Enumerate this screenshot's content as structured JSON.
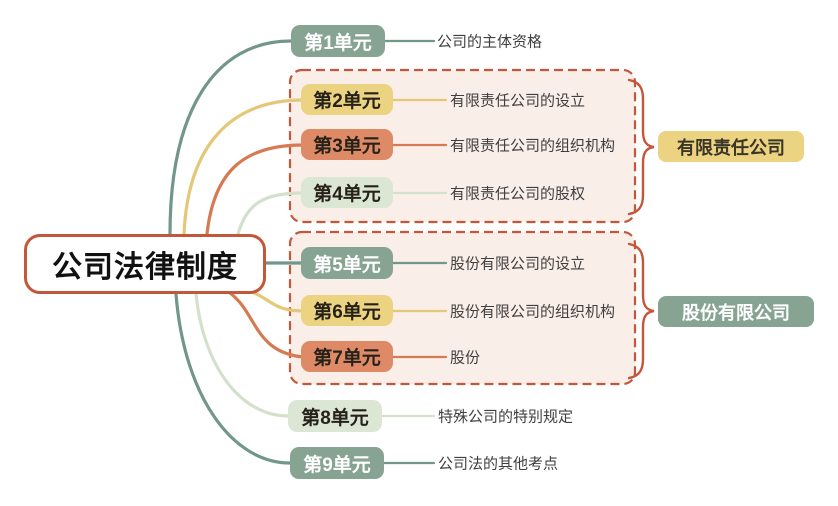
{
  "root": {
    "label": "公司法律制度"
  },
  "units": [
    {
      "label": "第1单元",
      "topic": "公司的主体资格",
      "color": "green"
    },
    {
      "label": "第2单元",
      "topic": "有限责任公司的设立",
      "color": "yellow"
    },
    {
      "label": "第3单元",
      "topic": "有限责任公司的组织机构",
      "color": "orange"
    },
    {
      "label": "第4单元",
      "topic": "有限责任公司的股权",
      "color": "pale-green"
    },
    {
      "label": "第5单元",
      "topic": "股份有限公司的设立",
      "color": "green"
    },
    {
      "label": "第6单元",
      "topic": "股份有限公司的组织机构",
      "color": "yellow"
    },
    {
      "label": "第7单元",
      "topic": "股份",
      "color": "orange"
    },
    {
      "label": "第8单元",
      "topic": "特殊公司的特别规定",
      "color": "pale-green"
    },
    {
      "label": "第9单元",
      "topic": "公司法的其他考点",
      "color": "green"
    }
  ],
  "groups": [
    {
      "label": "有限责任公司",
      "color": "yellow"
    },
    {
      "label": "股份有限公司",
      "color": "green"
    }
  ],
  "palette": {
    "sage_green": "#87a492",
    "sage_green_stroke": "#729687",
    "sand_yellow": "#ecd382",
    "sand_yellow_stroke": "#e4c878",
    "terracotta_orange": "#de8a66",
    "terracotta_orange_stroke": "#d57a52",
    "pale_green": "#dce6d5",
    "pale_green_stroke": "#d3e0cb",
    "terracotta_border": "#c4563a",
    "group_box_fill": "#faeee9",
    "topic_text": "#3f3f3f",
    "background": "#ffffff"
  }
}
